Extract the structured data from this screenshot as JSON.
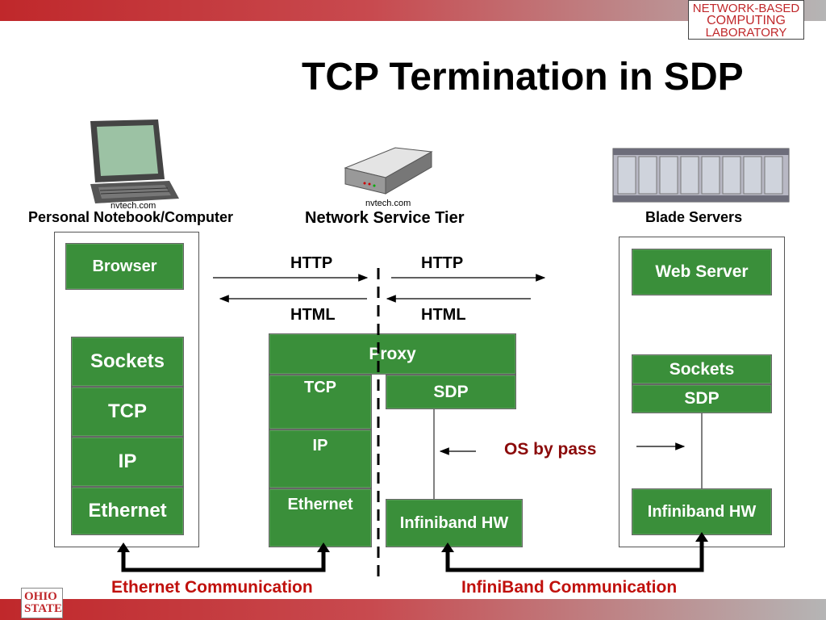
{
  "header": {
    "logo_lines": [
      "NETWORK-BASED",
      "COMPUTING",
      "LABORATORY"
    ],
    "title": "TCP Termination in SDP"
  },
  "devices": {
    "notebook": {
      "caption": "Personal Notebook/Computer",
      "credit": "nvtech.com"
    },
    "router": {
      "caption": "Network Service Tier",
      "credit": "nvtech.com"
    },
    "servers": {
      "caption": "Blade Servers"
    }
  },
  "client_stack": {
    "browser": "Browser",
    "layers": [
      "Sockets",
      "TCP",
      "IP",
      "Ethernet"
    ]
  },
  "flows": {
    "left_http": "HTTP",
    "right_http": "HTTP",
    "left_html": "HTML",
    "right_html": "HTML"
  },
  "proxy_stack": {
    "proxy": "Proxy",
    "left_layers": [
      "TCP",
      "IP",
      "Ethernet"
    ],
    "sdp": "SDP",
    "hw": "Infiniband HW"
  },
  "server_stack": {
    "web_server": "Web Server",
    "sockets": "Sockets",
    "sdp": "SDP",
    "hw": "Infiniband HW"
  },
  "annotations": {
    "os_bypass": "OS by pass",
    "ethernet_comm": "Ethernet Communication",
    "infiniband_comm": "InfiniBand Communication"
  },
  "footer": {
    "logo_lines": [
      "OHIO",
      "STATE"
    ]
  },
  "colors": {
    "accent_red": "#c0282b",
    "box_green": "#3a8f3a",
    "bypass_text": "#8b0a0a"
  }
}
